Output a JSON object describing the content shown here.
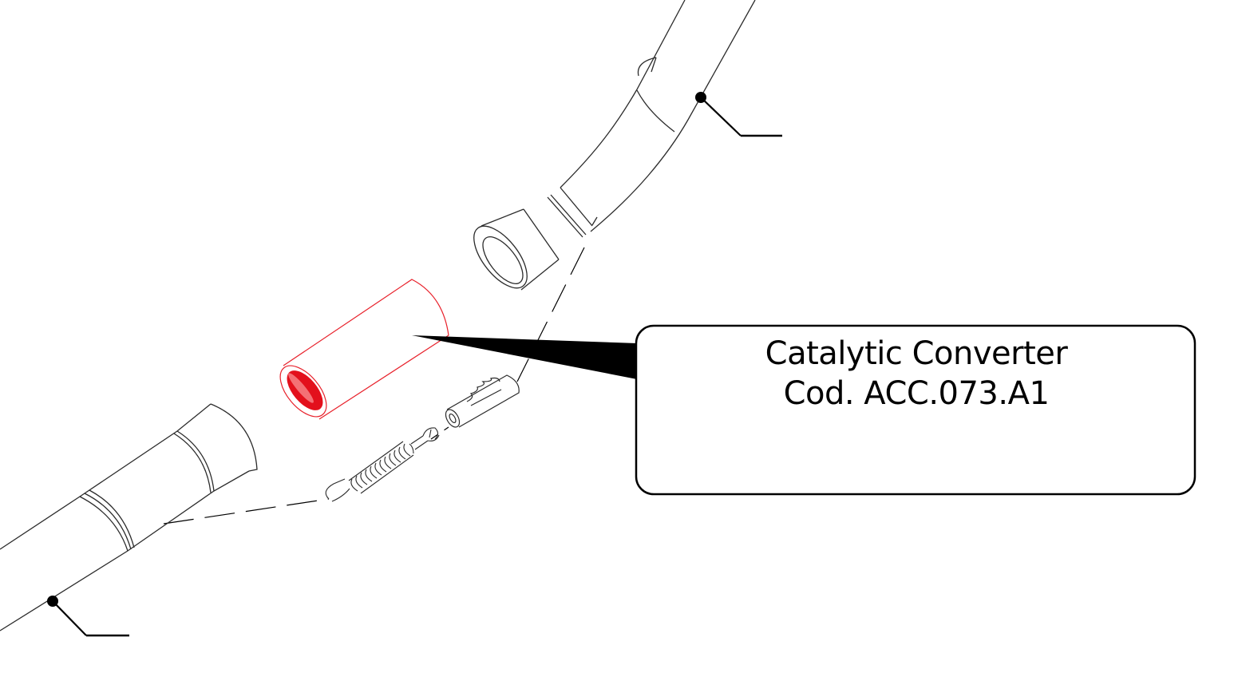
{
  "callout": {
    "title": "Catalytic Converter",
    "code": "Cod. ACC.073.A1"
  },
  "colors": {
    "line": "#2b2b2b",
    "highlight": "#e8202a",
    "highlight_fill": "#e3101c",
    "background": "#ffffff"
  },
  "icons": {
    "leader_dot": "filled-circle",
    "callout_pointer": "filled-wedge"
  }
}
